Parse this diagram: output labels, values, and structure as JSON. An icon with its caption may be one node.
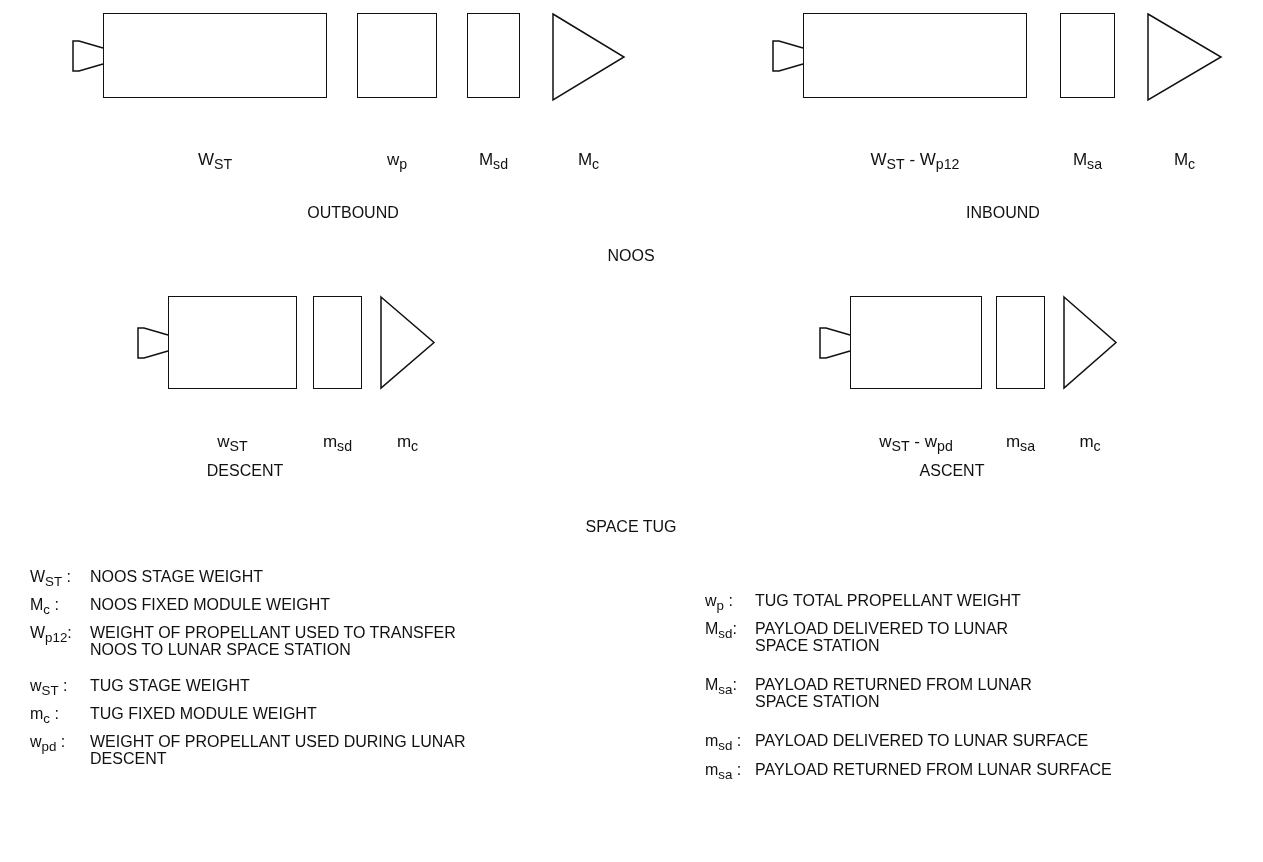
{
  "diagram": {
    "nodes": [
      {
        "text": [],
        "shape": "box",
        "beside": [
          "W$_{ST}$"
        ]
      },
      {
        "text": [],
        "shape": "box",
        "beside": [
          "w$_{p}$"
        ]
      },
      {
        "text": [],
        "shape": "box",
        "beside": [
          "M$_{sd}$"
        ]
      },
      {
        "text": [],
        "shape": "triangle",
        "beside": [
          "M$_{c}$"
        ]
      },
      {
        "text": [],
        "shape": "box",
        "beside": [
          "W$_{ST}$ - W$_{p12}$"
        ]
      },
      {
        "text": [],
        "shape": "box",
        "beside": [
          "M$_{sa}$"
        ]
      },
      {
        "text": [],
        "shape": "triangle",
        "beside": [
          "M$_{c}$"
        ]
      },
      {
        "text": [],
        "shape": "box",
        "beside": [
          "w$_{ST}$"
        ]
      },
      {
        "text": [],
        "shape": "box",
        "beside": [
          "m$_{sd}$"
        ]
      },
      {
        "text": [],
        "shape": "triangle",
        "beside": [
          "m$_{c}$"
        ]
      },
      {
        "text": [],
        "shape": "box",
        "beside": [
          "w$_{ST}$ - w$_{pd}$"
        ]
      },
      {
        "text": [],
        "shape": "box",
        "beside": [
          "m$_{sa}$"
        ]
      },
      {
        "text": [],
        "shape": "triangle",
        "beside": [
          "m$_{c}$"
        ]
      }
    ],
    "labels": [
      "OUTBOUND",
      "INBOUND",
      "NOOS",
      "DESCENT",
      "ASCENT",
      "SPACE TUG",
      "W$_{ST}$ :",
      "NOOS STAGE WEIGHT",
      "M$_{c}$ :",
      "NOOS FIXED MODULE WEIGHT",
      "W$_{p12}$:",
      "WEIGHT OF PROPELLANT USED TO TRANSFER NOOS TO LUNAR SPACE STATION",
      "w$_{ST}$ :",
      "TUG STAGE WEIGHT",
      "m$_{c}$ :",
      "TUG FIXED MODULE WEIGHT",
      "w$_{pd}$ :",
      "WEIGHT OF PROPELLANT USED DURING LUNAR DESCENT",
      "w$_{p}$ :",
      "TUG TOTAL PROPELLANT WEIGHT",
      "M$_{sd}$:",
      "PAYLOAD DELIVERED TO LUNAR SPACE STATION",
      "M$_{sa}$:",
      "PAYLOAD RETURNED FROM LUNAR SPACE STATION",
      "m$_{sd}$ :",
      "PAYLOAD DELIVERED TO LUNAR SURFACE",
      "m$_{sa}$ :",
      "PAYLOAD RETURNED FROM LUNAR SURFACE"
    ]
  }
}
